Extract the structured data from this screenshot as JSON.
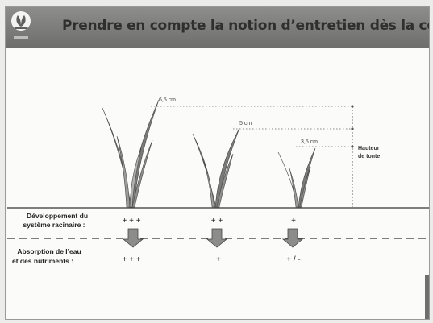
{
  "header": {
    "title": "Prendre en compte la notion d’entretien dès la conception",
    "logo_icon": "leaf-cup-logo-icon",
    "colors": {
      "band": "#7b7b79",
      "title": "#2f2f2d"
    }
  },
  "diagram": {
    "heights": [
      {
        "label": "6,5 cm",
        "value_cm": 6.5
      },
      {
        "label": "5 cm",
        "value_cm": 5
      },
      {
        "label": "3,5 cm",
        "value_cm": 3.5
      }
    ],
    "hauteur_label": [
      "Hauteur",
      "de tonte"
    ],
    "rows": [
      {
        "label": [
          "Développement du",
          "système racinaire :"
        ],
        "values": [
          "+ + +",
          "+ +",
          "+"
        ]
      },
      {
        "label": [
          "Absorption de l’eau",
          "et des nutriments :"
        ],
        "values": [
          "+ + +",
          "+",
          "+ / -"
        ]
      }
    ],
    "arrow_icon": "down-arrow-icon"
  }
}
